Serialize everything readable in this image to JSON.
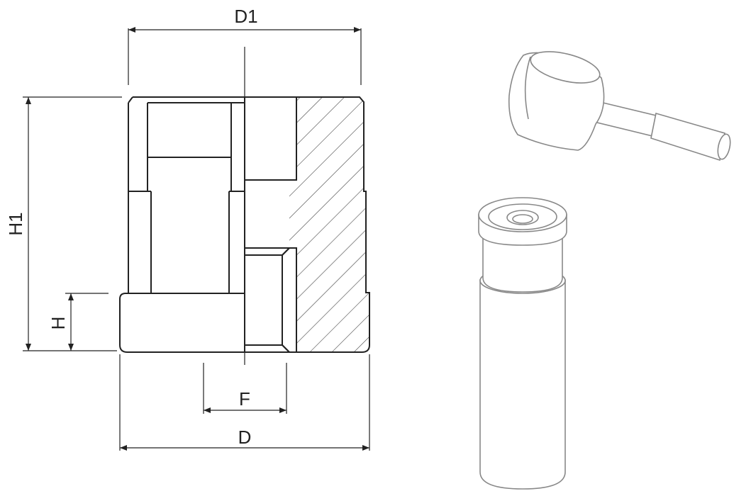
{
  "dimensions": {
    "d1": "D1",
    "h1": "H1",
    "h": "H",
    "f": "F",
    "d": "D"
  },
  "colors": {
    "line": "#222222",
    "iso_line": "#888888",
    "background": "#ffffff"
  }
}
